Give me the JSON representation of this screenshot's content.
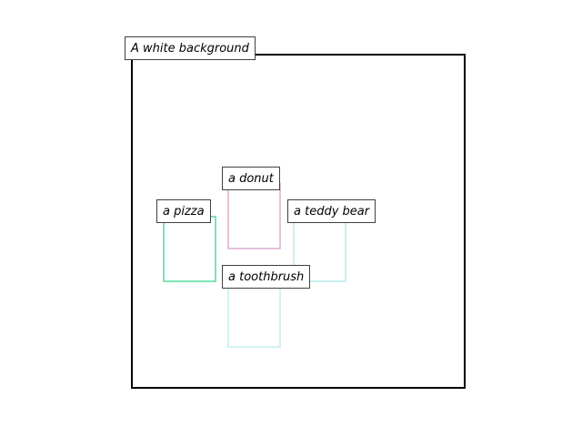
{
  "scene": {
    "background_label": "A white background",
    "objects": [
      {
        "label": "a pizza",
        "color": "#7be3b4"
      },
      {
        "label": "a donut",
        "color": "#e6c3dc"
      },
      {
        "label": "a teddy bear",
        "color": "#c9f0ee"
      },
      {
        "label": "a toothbrush",
        "color": "#d3f1f3"
      }
    ]
  }
}
